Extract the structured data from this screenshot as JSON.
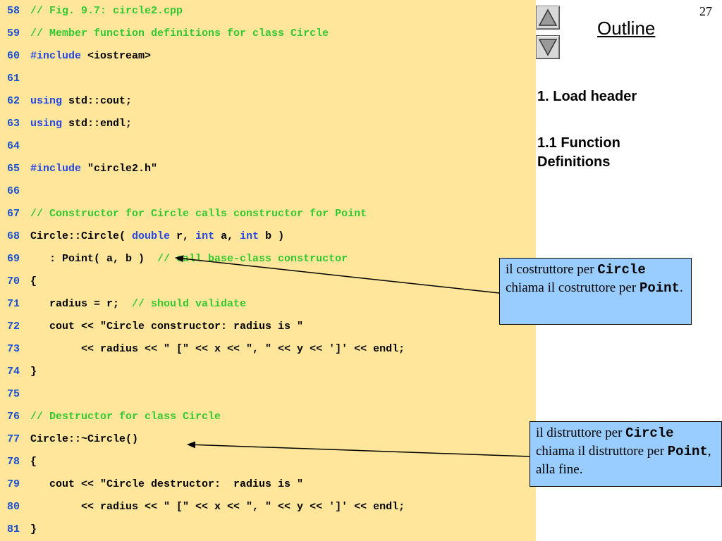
{
  "code_lines": [
    {
      "n": "58",
      "parts": [
        {
          "t": "// Fig. 9.7: circle2.cpp",
          "c": "cmt"
        }
      ]
    },
    {
      "n": "59",
      "parts": [
        {
          "t": "// Member function definitions for class Circle",
          "c": "cmt"
        }
      ]
    },
    {
      "n": "60",
      "parts": [
        {
          "t": "#include",
          "c": "kw"
        },
        {
          "t": " <iostream>",
          "c": "plain"
        }
      ]
    },
    {
      "n": "61",
      "parts": []
    },
    {
      "n": "62",
      "parts": [
        {
          "t": "using",
          "c": "kw"
        },
        {
          "t": " std::cout;",
          "c": "plain"
        }
      ]
    },
    {
      "n": "63",
      "parts": [
        {
          "t": "using",
          "c": "kw"
        },
        {
          "t": " std::endl;",
          "c": "plain"
        }
      ]
    },
    {
      "n": "64",
      "parts": []
    },
    {
      "n": "65",
      "parts": [
        {
          "t": "#include",
          "c": "kw"
        },
        {
          "t": " \"circle2.h\"",
          "c": "plain"
        }
      ]
    },
    {
      "n": "66",
      "parts": []
    },
    {
      "n": "67",
      "parts": [
        {
          "t": "// Constructor for Circle calls constructor for Point",
          "c": "cmt"
        }
      ]
    },
    {
      "n": "68",
      "parts": [
        {
          "t": "Circle::Circle( ",
          "c": "plain"
        },
        {
          "t": "double",
          "c": "kw"
        },
        {
          "t": " r, ",
          "c": "plain"
        },
        {
          "t": "int",
          "c": "kw"
        },
        {
          "t": " a, ",
          "c": "plain"
        },
        {
          "t": "int",
          "c": "kw"
        },
        {
          "t": " b )",
          "c": "plain"
        }
      ]
    },
    {
      "n": "69",
      "parts": [
        {
          "t": "   : Point( a, b )  ",
          "c": "plain"
        },
        {
          "t": "// call base-class constructor",
          "c": "cmt"
        }
      ]
    },
    {
      "n": "70",
      "parts": [
        {
          "t": "{",
          "c": "plain"
        }
      ]
    },
    {
      "n": "71",
      "parts": [
        {
          "t": "   radius = r;  ",
          "c": "plain"
        },
        {
          "t": "// should validate",
          "c": "cmt"
        }
      ]
    },
    {
      "n": "72",
      "parts": [
        {
          "t": "   cout << \"Circle constructor: radius is \"",
          "c": "plain"
        }
      ]
    },
    {
      "n": "73",
      "parts": [
        {
          "t": "        << radius << \" [\" << x << \", \" << y << ']' << endl;",
          "c": "plain"
        }
      ]
    },
    {
      "n": "74",
      "parts": [
        {
          "t": "}",
          "c": "plain"
        }
      ]
    },
    {
      "n": "75",
      "parts": []
    },
    {
      "n": "76",
      "parts": [
        {
          "t": "// Destructor for class Circle",
          "c": "cmt"
        }
      ]
    },
    {
      "n": "77",
      "parts": [
        {
          "t": "Circle::~Circle()",
          "c": "plain"
        }
      ]
    },
    {
      "n": "78",
      "parts": [
        {
          "t": "{",
          "c": "plain"
        }
      ]
    },
    {
      "n": "79",
      "parts": [
        {
          "t": "   cout << \"Circle destructor:  radius is \"",
          "c": "plain"
        }
      ]
    },
    {
      "n": "80",
      "parts": [
        {
          "t": "        << radius << \" [\" << x << \", \" << y << ']' << endl;",
          "c": "plain"
        }
      ]
    },
    {
      "n": "81",
      "parts": [
        {
          "t": "}",
          "c": "plain"
        }
      ]
    }
  ],
  "sidebar": {
    "page_number": "27",
    "outline_title": "Outline",
    "nav_up_icon": "triangle-up-icon",
    "nav_down_icon": "triangle-down-icon",
    "items": [
      "1. Load header",
      "1.1 Function Definitions"
    ]
  },
  "callouts": {
    "constructor": {
      "text1": "il costruttore per ",
      "code1": "Circle",
      "text2": " chiama il costruttore per ",
      "code2": "Point",
      "text3": "."
    },
    "destructor": {
      "text1": "il distruttore per ",
      "code1": "Circle",
      "text2": " chiama il distruttore per ",
      "code2": "Point",
      "text3": ", alla fine."
    }
  },
  "colors": {
    "code_background": "#ffe69a",
    "keyword": "#2646e6",
    "comment": "#32c832",
    "line_number": "#1b4fd0",
    "callout_background": "#99ccff"
  }
}
